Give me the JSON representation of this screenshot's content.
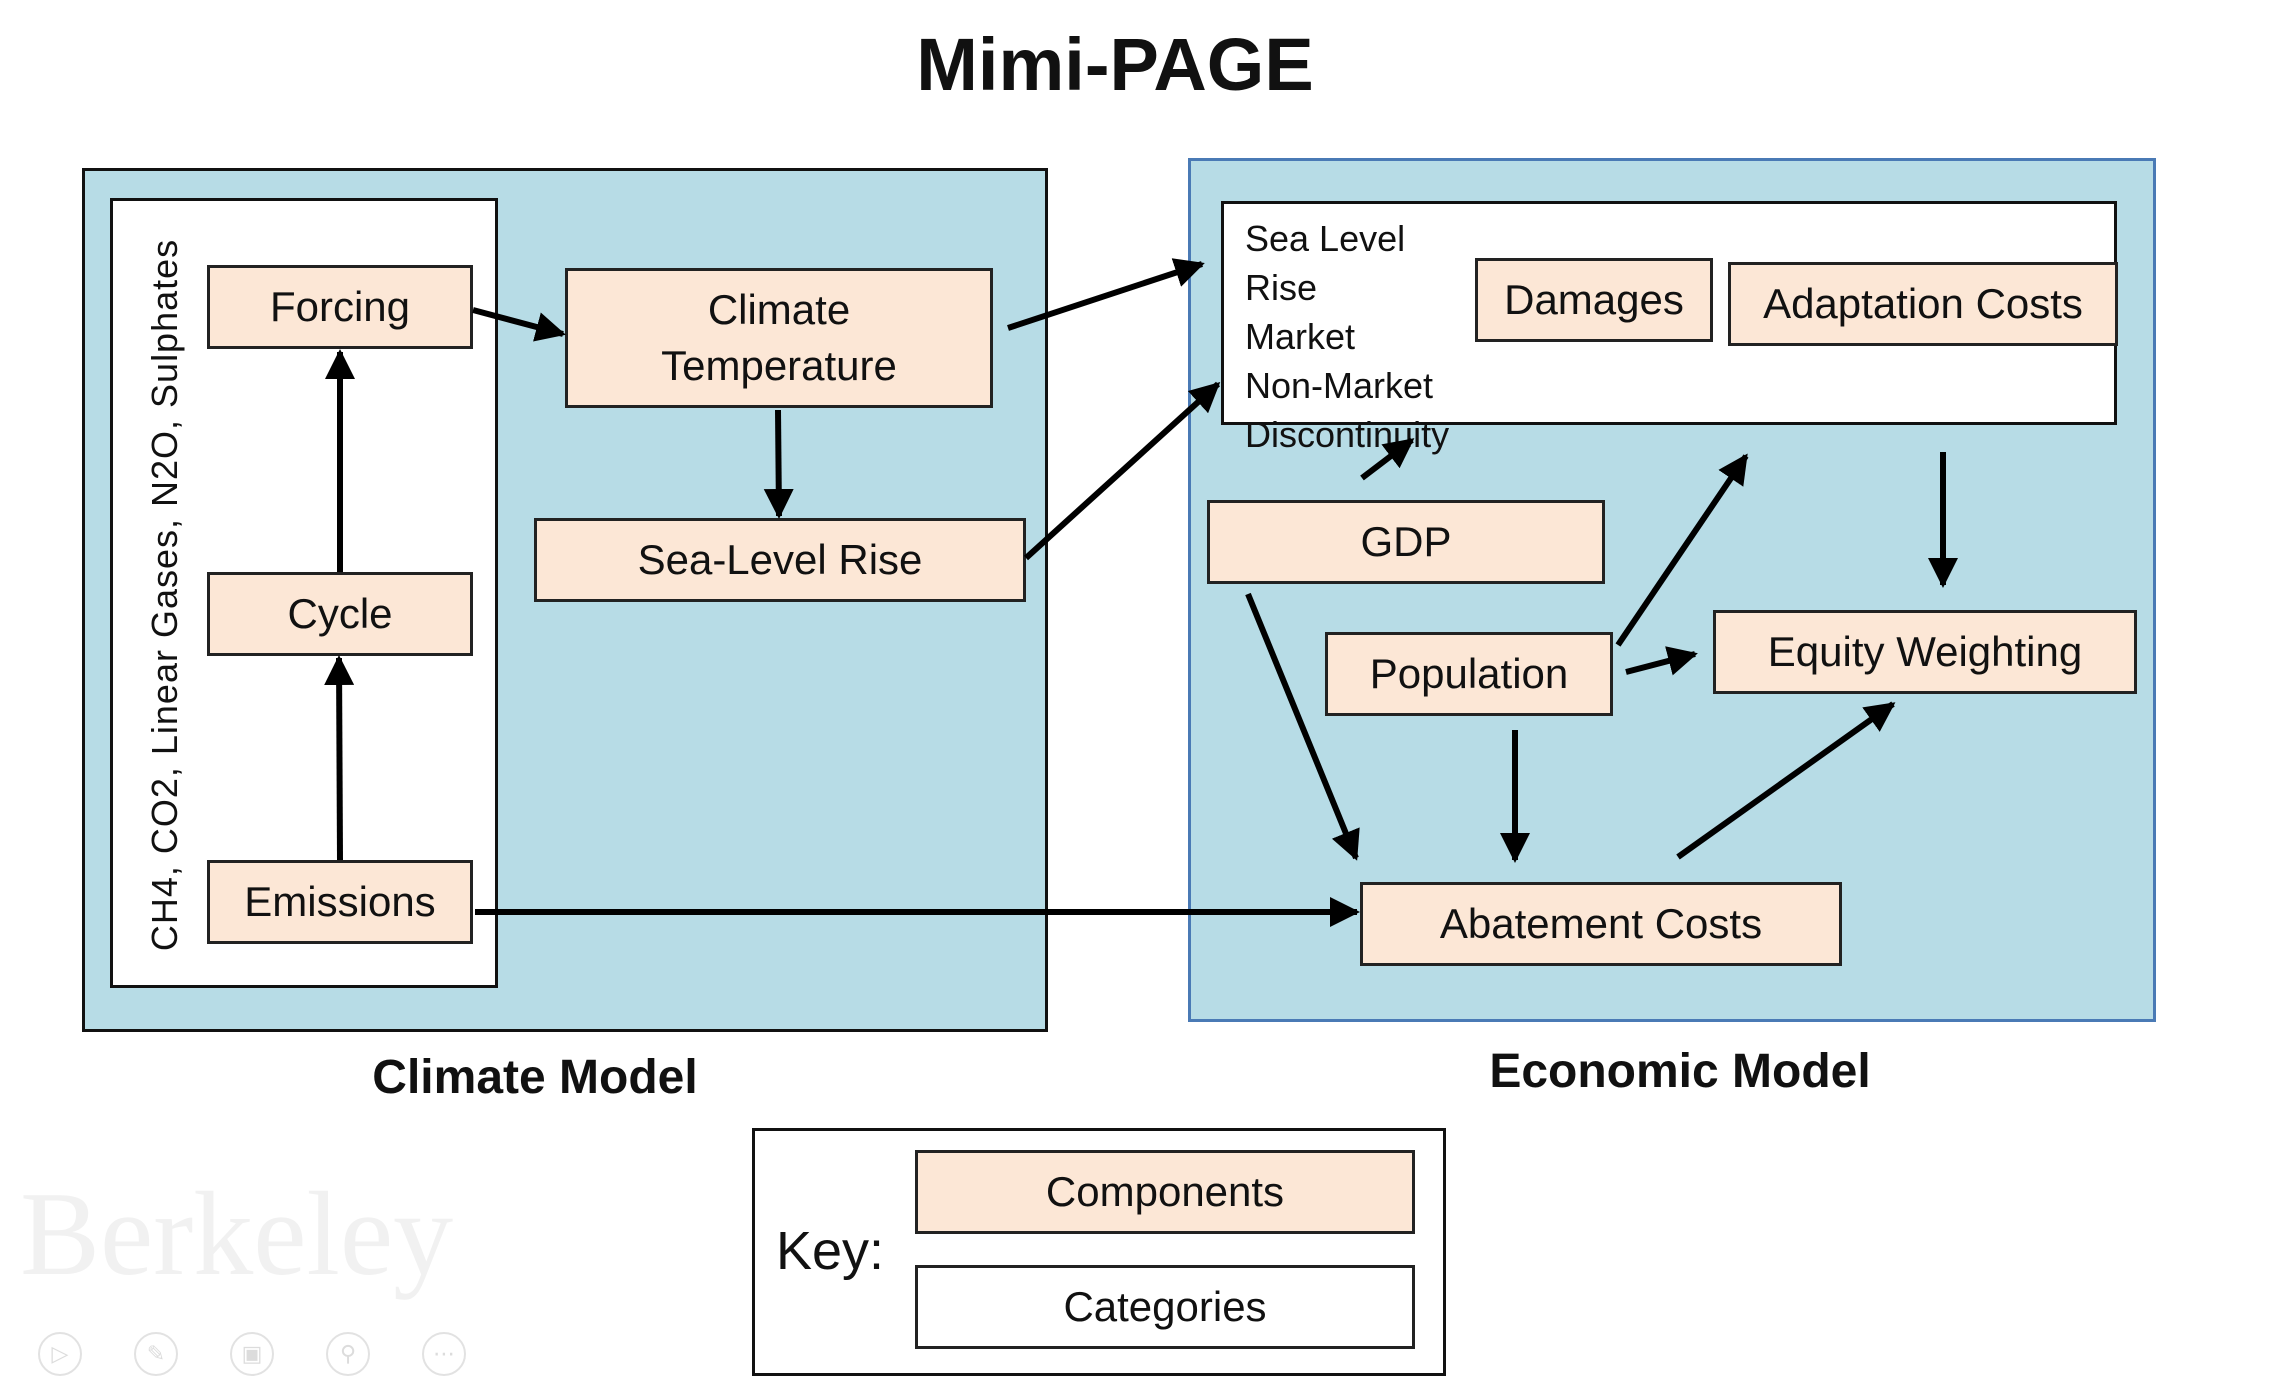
{
  "title": "Mimi-PAGE",
  "climate_model": {
    "label": "Climate Model",
    "gases": "CH4, CO2, Linear Gases, N2O, Sulphates",
    "components": {
      "forcing": "Forcing",
      "cycle": "Cycle",
      "emissions": "Emissions",
      "climate_temperature_line1": "Climate",
      "climate_temperature_line2": "Temperature",
      "sea_level_rise": "Sea-Level Rise"
    }
  },
  "economic_model": {
    "label": "Economic Model",
    "damage_categories": [
      "Sea Level Rise",
      "Market",
      "Non-Market",
      "Discontinuity"
    ],
    "components": {
      "damages": "Damages",
      "adaptation_costs": "Adaptation Costs",
      "gdp": "GDP",
      "population": "Population",
      "equity_weighting": "Equity Weighting",
      "abatement_costs": "Abatement Costs"
    }
  },
  "key": {
    "label": "Key:",
    "components": "Components",
    "categories": "Categories"
  },
  "colors": {
    "component_fill": "#fce7d6",
    "panel_fill": "#b7dce6",
    "economic_border": "#4a7ab5"
  },
  "watermark": "Berkeley",
  "controls": [
    "play-icon",
    "pen-icon",
    "slides-icon",
    "zoom-icon",
    "more-icon"
  ]
}
